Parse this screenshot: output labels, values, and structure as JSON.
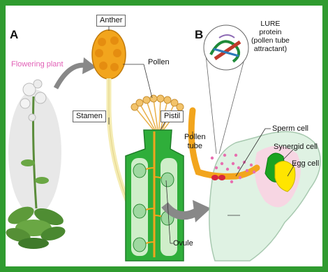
{
  "panels": {
    "a_letter": "A",
    "b_letter": "B"
  },
  "labels": {
    "flowering_plant": "Flowering plant",
    "anther": "Anther",
    "pollen": "Pollen",
    "stamen": "Stamen",
    "pistil": "Pistil",
    "pollen_tube": "Pollen\ntube",
    "ovule": "Ovule",
    "lure": "LURE\nprotein\n(pollen tube\nattractant)",
    "sperm_cell": "Sperm cell",
    "synergid_cell": "Synergid cell",
    "egg_cell": "Egg cell"
  },
  "colors": {
    "frame": "#2f9b2f",
    "pistil_green": "#2fae3a",
    "ovary_light": "#cfeec9",
    "pollen_orange": "#f2a51d",
    "stamen_cream": "#f5ecb3",
    "ovule_fill": "#dff2e3",
    "egg_yellow": "#ffe500",
    "synergid_green": "#1aa321",
    "pink_dots": "#e86fb0",
    "arrow_gray": "#888888"
  }
}
